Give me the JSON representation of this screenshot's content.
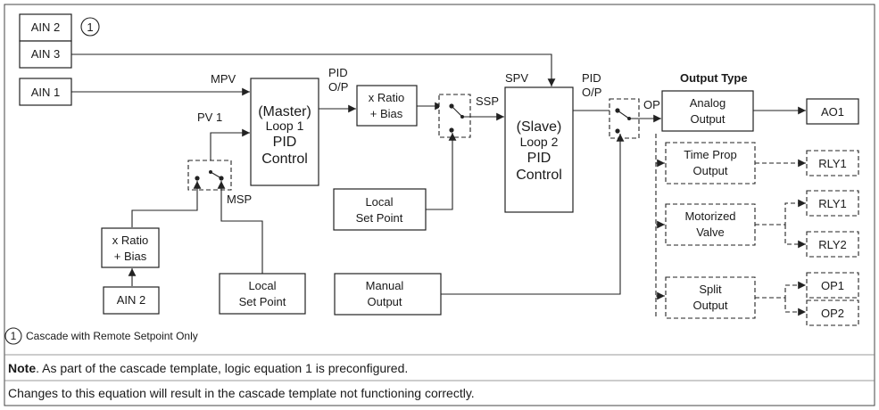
{
  "inputs": {
    "ain2_top": "AIN 2",
    "ain3": "AIN 3",
    "ain1": "AIN 1",
    "ain2_bottom": "AIN 2"
  },
  "footnote_marker": "1",
  "signals": {
    "mpv": "MPV",
    "pv1": "PV 1",
    "msp": "MSP",
    "pid_op_1a": "PID",
    "pid_op_1b": "O/P",
    "ssp": "SSP",
    "spv": "SPV",
    "pid_op_2a": "PID",
    "pid_op_2b": "O/P",
    "op": "OP"
  },
  "master": {
    "l1": "(Master)",
    "l2": "Loop 1",
    "l3": "PID",
    "l4": "Control"
  },
  "slave": {
    "l1": "(Slave)",
    "l2": "Loop 2",
    "l3": "PID",
    "l4": "Control"
  },
  "ratio_top": {
    "l1": "x Ratio",
    "l2": "+ Bias"
  },
  "ratio_left": {
    "l1": "x Ratio",
    "l2": "+ Bias"
  },
  "local_sp_master": {
    "l1": "Local",
    "l2": "Set Point"
  },
  "local_sp_slave": {
    "l1": "Local",
    "l2": "Set Point"
  },
  "manual_output": {
    "l1": "Manual",
    "l2": "Output"
  },
  "output_type_title": "Output Type",
  "analog_output": {
    "l1": "Analog",
    "l2": "Output"
  },
  "time_prop_output": {
    "l1": "Time Prop",
    "l2": "Output"
  },
  "motorized_valve": {
    "l1": "Motorized",
    "l2": "Valve"
  },
  "split_output": {
    "l1": "Split",
    "l2": "Output"
  },
  "outputs": {
    "ao1": "AO1",
    "rly1_a": "RLY1",
    "rly1_b": "RLY1",
    "rly2": "RLY2",
    "op1": "OP1",
    "op2": "OP2"
  },
  "footnote_text": "Cascade with Remote Setpoint Only",
  "note": {
    "bold": "Note",
    "line1": ". As part of the cascade template, logic equation 1 is preconfigured.",
    "line2": "Changes to this equation will result in the cascade template not functioning correctly."
  }
}
